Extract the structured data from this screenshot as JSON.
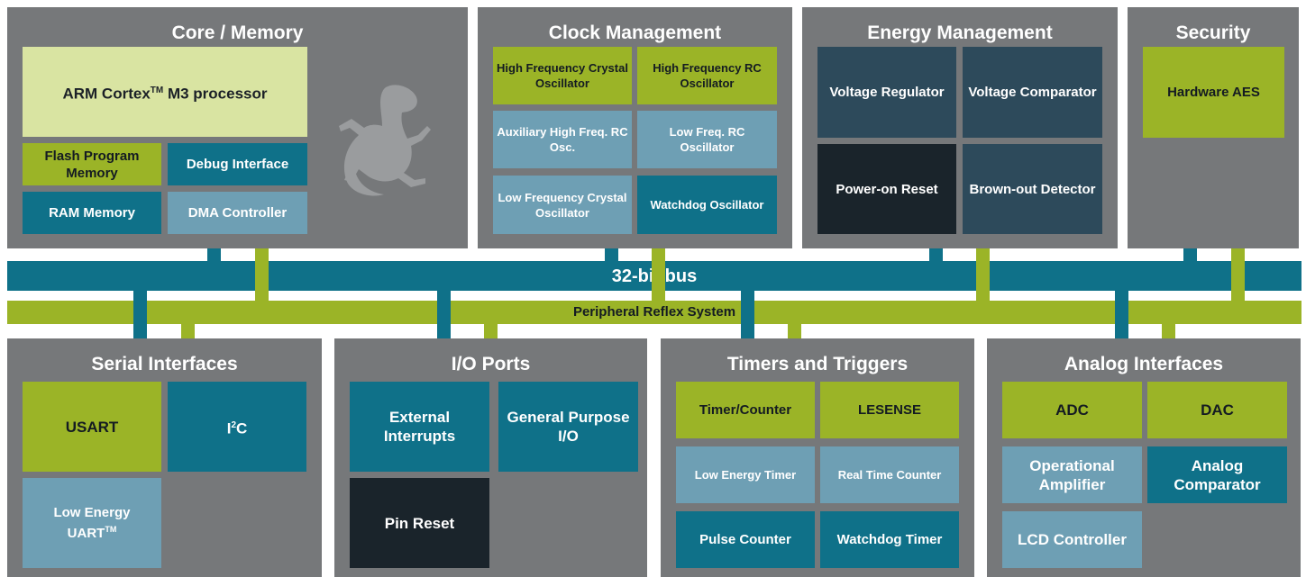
{
  "colors": {
    "panel": "#76787a",
    "bus_teal": "#0f7189",
    "prs_green": "#9bb427",
    "light_green": "#d9e4a2",
    "light_blue": "#6e9fb4",
    "dark_slate": "#2d4a5b",
    "black_block": "#1a242b"
  },
  "core": {
    "title": "Core / Memory",
    "arm_pre": "ARM Cortex",
    "arm_tm": "TM",
    "arm_post": " M3 processor",
    "flash": "Flash Program Memory",
    "debug": "Debug Interface",
    "ram": "RAM Memory",
    "dma": "DMA Controller",
    "logo_icon": "gecko-icon"
  },
  "clock": {
    "title": "Clock Management",
    "hfxo": "High Frequency Crystal Oscillator",
    "hfrco": "High Frequency RC Oscillator",
    "aux": "Auxiliary High Freq. RC Osc.",
    "lfrco": "Low Freq. RC Oscillator",
    "lfxo": "Low Frequency Crystal Oscillator",
    "wdog": "Watchdog Oscillator"
  },
  "energy": {
    "title": "Energy Management",
    "vreg": "Voltage Regulator",
    "vcomp": "Voltage Comparator",
    "por": "Power-on Reset",
    "bod": "Brown-out Detector"
  },
  "security": {
    "title": "Security",
    "aes": "Hardware AES"
  },
  "bus": {
    "label": "32-bit bus",
    "prs_label": "Peripheral Reflex System"
  },
  "serial": {
    "title": "Serial Interfaces",
    "usart": "USART",
    "i2c_pre": "I",
    "i2c_sup": "2",
    "i2c_post": "C",
    "leuart_line1": "Low Energy",
    "leuart_line2": "UART",
    "leuart_tm": "TM"
  },
  "io": {
    "title": "I/O Ports",
    "ext": "External Interrupts",
    "gpio": "General Purpose I/O",
    "reset": "Pin Reset"
  },
  "timers": {
    "title": "Timers and Triggers",
    "tc": "Timer/Counter",
    "lesense": "LESENSE",
    "letimer": "Low Energy Timer",
    "rtc": "Real Time Counter",
    "pcnt": "Pulse Counter",
    "wdt": "Watchdog Timer"
  },
  "analog": {
    "title": "Analog Interfaces",
    "adc": "ADC",
    "dac": "DAC",
    "opamp": "Operational Amplifier",
    "acmp": "Analog Comparator",
    "lcd": "LCD Controller"
  }
}
